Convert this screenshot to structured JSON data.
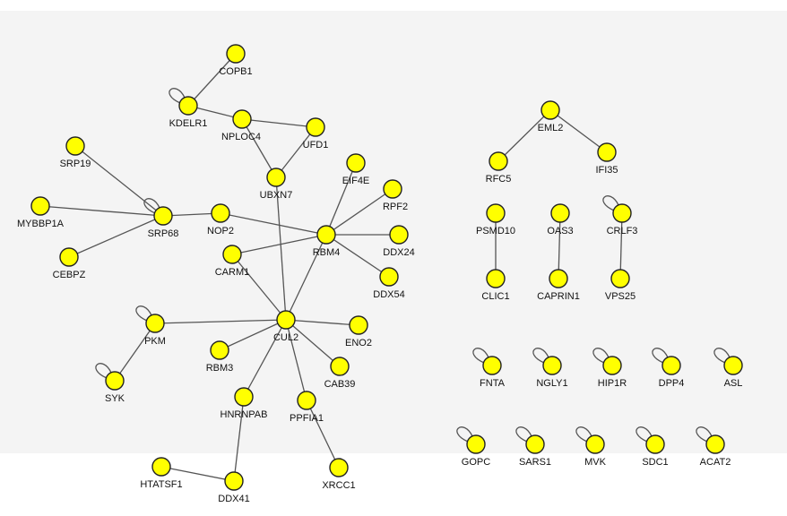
{
  "colors": {
    "panel": "#f4f4f4",
    "node_fill": "#ffff00",
    "node_stroke": "#222222",
    "edge": "#555555"
  },
  "nodes": [
    {
      "id": "COPB1",
      "label": "COPB1"
    },
    {
      "id": "KDELR1",
      "label": "KDELR1"
    },
    {
      "id": "NPLOC4",
      "label": "NPLOC4"
    },
    {
      "id": "UFD1",
      "label": "UFD1"
    },
    {
      "id": "UBXN7",
      "label": "UBXN7"
    },
    {
      "id": "SRP19",
      "label": "SRP19"
    },
    {
      "id": "MYBBP1A",
      "label": "MYBBP1A"
    },
    {
      "id": "SRP68",
      "label": "SRP68"
    },
    {
      "id": "CEBPZ",
      "label": "CEBPZ"
    },
    {
      "id": "NOP2",
      "label": "NOP2"
    },
    {
      "id": "EIF4E",
      "label": "EIF4E"
    },
    {
      "id": "RPF2",
      "label": "RPF2"
    },
    {
      "id": "RBM4",
      "label": "RBM4"
    },
    {
      "id": "DDX24",
      "label": "DDX24"
    },
    {
      "id": "CARM1",
      "label": "CARM1"
    },
    {
      "id": "DDX54",
      "label": "DDX54"
    },
    {
      "id": "PKM",
      "label": "PKM"
    },
    {
      "id": "CUL2",
      "label": "CUL2"
    },
    {
      "id": "ENO2",
      "label": "ENO2"
    },
    {
      "id": "RBM3",
      "label": "RBM3"
    },
    {
      "id": "SYK",
      "label": "SYK"
    },
    {
      "id": "CAB39",
      "label": "CAB39"
    },
    {
      "id": "HNRNPAB",
      "label": "HNRNPAB"
    },
    {
      "id": "PPFIA1",
      "label": "PPFIA1"
    },
    {
      "id": "HTATSF1",
      "label": "HTATSF1"
    },
    {
      "id": "DDX41",
      "label": "DDX41"
    },
    {
      "id": "XRCC1",
      "label": "XRCC1"
    },
    {
      "id": "EML2",
      "label": "EML2"
    },
    {
      "id": "RFC5",
      "label": "RFC5"
    },
    {
      "id": "IFI35",
      "label": "IFI35"
    },
    {
      "id": "PSMD10",
      "label": "PSMD10"
    },
    {
      "id": "OAS3",
      "label": "OAS3"
    },
    {
      "id": "CRLF3",
      "label": "CRLF3"
    },
    {
      "id": "CLIC1",
      "label": "CLIC1"
    },
    {
      "id": "CAPRIN1",
      "label": "CAPRIN1"
    },
    {
      "id": "VPS25",
      "label": "VPS25"
    },
    {
      "id": "FNTA",
      "label": "FNTA"
    },
    {
      "id": "NGLY1",
      "label": "NGLY1"
    },
    {
      "id": "HIP1R",
      "label": "HIP1R"
    },
    {
      "id": "DPP4",
      "label": "DPP4"
    },
    {
      "id": "ASL",
      "label": "ASL"
    },
    {
      "id": "GOPC",
      "label": "GOPC"
    },
    {
      "id": "SARS1",
      "label": "SARS1"
    },
    {
      "id": "MVK",
      "label": "MVK"
    },
    {
      "id": "SDC1",
      "label": "SDC1"
    },
    {
      "id": "ACAT2",
      "label": "ACAT2"
    }
  ],
  "edges": [
    [
      "COPB1",
      "KDELR1"
    ],
    [
      "KDELR1",
      "NPLOC4"
    ],
    [
      "NPLOC4",
      "UFD1"
    ],
    [
      "NPLOC4",
      "UBXN7"
    ],
    [
      "UFD1",
      "UBXN7"
    ],
    [
      "UBXN7",
      "CUL2"
    ],
    [
      "SRP19",
      "SRP68"
    ],
    [
      "MYBBP1A",
      "SRP68"
    ],
    [
      "CEBPZ",
      "SRP68"
    ],
    [
      "SRP68",
      "NOP2"
    ],
    [
      "NOP2",
      "RBM4"
    ],
    [
      "EIF4E",
      "RBM4"
    ],
    [
      "RPF2",
      "RBM4"
    ],
    [
      "RBM4",
      "DDX24"
    ],
    [
      "RBM4",
      "DDX54"
    ],
    [
      "CARM1",
      "RBM4"
    ],
    [
      "RBM4",
      "CUL2"
    ],
    [
      "CARM1",
      "CUL2"
    ],
    [
      "PKM",
      "CUL2"
    ],
    [
      "PKM",
      "SYK"
    ],
    [
      "CUL2",
      "ENO2"
    ],
    [
      "CUL2",
      "RBM3"
    ],
    [
      "CUL2",
      "CAB39"
    ],
    [
      "CUL2",
      "HNRNPAB"
    ],
    [
      "CUL2",
      "PPFIA1"
    ],
    [
      "HNRNPAB",
      "DDX41"
    ],
    [
      "HTATSF1",
      "DDX41"
    ],
    [
      "PPFIA1",
      "XRCC1"
    ],
    [
      "EML2",
      "RFC5"
    ],
    [
      "EML2",
      "IFI35"
    ],
    [
      "PSMD10",
      "CLIC1"
    ],
    [
      "OAS3",
      "CAPRIN1"
    ],
    [
      "CRLF3",
      "VPS25"
    ]
  ],
  "self_loops": [
    "KDELR1",
    "SRP68",
    "PKM",
    "SYK",
    "CRLF3",
    "FNTA",
    "NGLY1",
    "HIP1R",
    "DPP4",
    "ASL",
    "GOPC",
    "SARS1",
    "MVK",
    "SDC1",
    "ACAT2"
  ]
}
